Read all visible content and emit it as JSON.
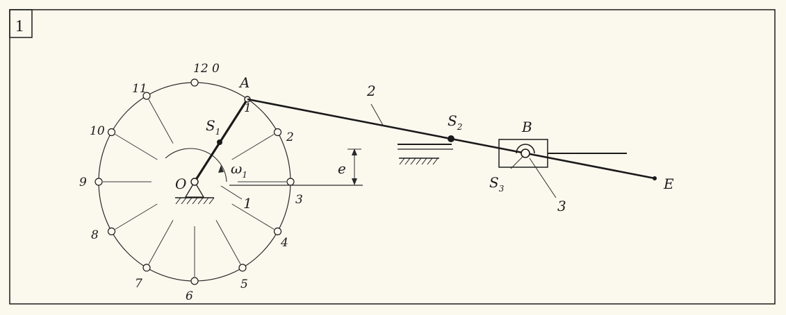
{
  "panel": {
    "number": "1"
  },
  "colors": {
    "paper": "#fbf8ee",
    "ink": "#1a1a1a"
  },
  "positions": [
    "12 0",
    "1",
    "2",
    "3",
    "4",
    "5",
    "6",
    "7",
    "8",
    "9",
    "10",
    "11"
  ],
  "labels": {
    "A": "A",
    "O": "O",
    "B": "B",
    "E": "E",
    "S1": {
      "main": "S",
      "sub": "1"
    },
    "S2": {
      "main": "S",
      "sub": "2"
    },
    "S3": {
      "main": "S",
      "sub": "3"
    },
    "omega": {
      "main": "ω",
      "sub": "1"
    },
    "e": "e",
    "link1": "1",
    "link2": "2",
    "link3": "3"
  }
}
